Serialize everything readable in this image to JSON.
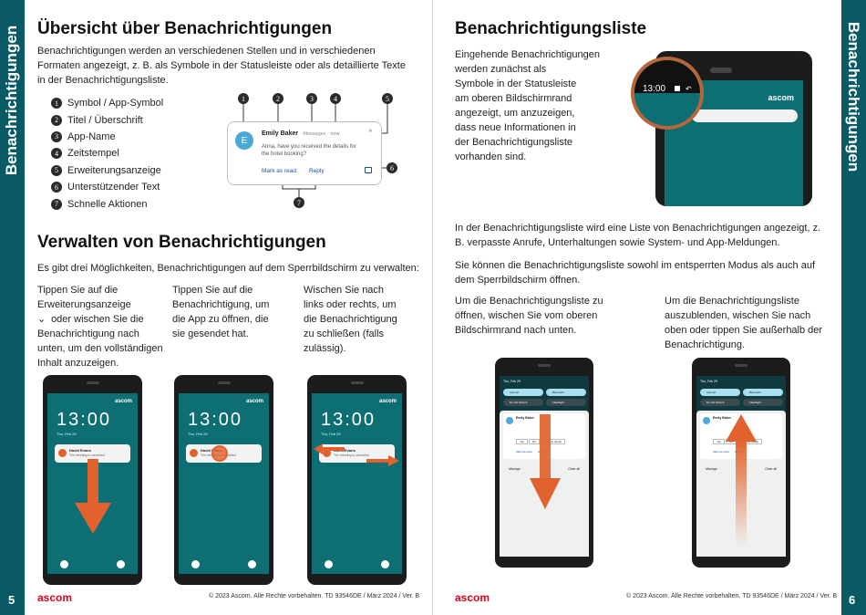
{
  "left_page": {
    "side_label": "Benachrichtigungen",
    "page_number": "5",
    "overview": {
      "title": "Übersicht über Benachrichtigungen",
      "intro": [
        "Benachrichtigungen werden an verschiedenen Stellen und in verschiedenen",
        "Formaten angezeigt, z. B. als Symbole in der Statusleiste oder als detaillierte Texte",
        "in der Benachrichtigungsliste."
      ],
      "legend": [
        {
          "num": "1",
          "label": "Symbol / App-Symbol"
        },
        {
          "num": "2",
          "label": "Titel / Überschrift"
        },
        {
          "num": "3",
          "label": "App-Name"
        },
        {
          "num": "4",
          "label": "Zeitstempel"
        },
        {
          "num": "5",
          "label": "Erweiterungsanzeige"
        },
        {
          "num": "6",
          "label": "Unterstützender Text"
        },
        {
          "num": "7",
          "label": "Schnelle Aktionen"
        }
      ],
      "diagram": {
        "sender": "Emily Baker",
        "meta": "· Messages · now",
        "avatar_letter": "E",
        "message_1": "Anna, have you received the details for",
        "message_2": "the hotel booking?",
        "action_1": "Mark as read",
        "action_2": "Reply"
      }
    },
    "manage": {
      "title": "Verwalten von Benachrichtigungen",
      "intro": "Es gibt drei Möglichkeiten, Benachrichtigungen auf dem Sperrbildschirm zu verwalten:",
      "col1": [
        "Tippen Sie auf die",
        "Erweiterungsanzeige",
        "oder wischen Sie die",
        "Benachrichtigung nach",
        "unten, um den vollständigen",
        "Inhalt anzuzeigen."
      ],
      "col2": [
        "Tippen Sie auf die",
        "Benachrichtigung, um",
        "die App zu öffnen, die",
        "sie gesendet hat."
      ],
      "col3": [
        "Wischen Sie nach",
        "links oder rechts, um",
        "die Benachrichtigung",
        "zu schließen (falls",
        "zulässig)."
      ],
      "phone_time": "13:00",
      "phone_date": "Thu, Feb 29",
      "phone_logo": "ascom",
      "phone_notif_sender": "David Evans",
      "phone_notif_text": "The meeting is cancelled"
    },
    "footer": {
      "logo": "ascom",
      "copyright": "© 2023 Ascom. Alle Rechte vorbehalten. TD 93546DE / März 2024 / Ver. B"
    }
  },
  "right_page": {
    "side_label": "Benachrichtigungen",
    "page_number": "6",
    "title": "Benachrichtigungsliste",
    "intro": [
      "Eingehende Benachrichtigungen",
      "werden zunächst als",
      "Symbole in der Statusleiste",
      "am oberen Bildschirmrand",
      "angezeigt, um anzuzeigen,",
      "dass neue Informationen in",
      "der Benachrichtigungsliste",
      "vorhanden sind."
    ],
    "zoom_time": "13:00",
    "phone_logo": "ascom",
    "para1": [
      "In der Benachrichtigungsliste wird eine Liste von Benachrichtigungen angezeigt, z.",
      "B. verpasste Anrufe, Unterhaltungen sowie System- und App-Meldungen."
    ],
    "para2": [
      "Sie können die Benachrichtigungsliste sowohl im entsperrten Modus als auch auf",
      "dem Sperrbildschirm öffnen."
    ],
    "col1": [
      "Um die Benachrichtigungsliste zu",
      "öffnen, wischen Sie vom oberen",
      "Bildschirmrand nach unten."
    ],
    "col2": [
      "Um die Benachrichtigungsliste",
      "auszublenden, wischen Sie nach",
      "oben oder tippen Sie außerhalb der",
      "Benachrichtigung."
    ],
    "shade": {
      "date": "Thu, Feb 29",
      "tiles": [
        "Internet",
        "Bluetooth",
        "Do Not Disturb",
        "Flashlight"
      ],
      "sender": "Emily Baker",
      "replies": [
        "Yes",
        "No",
        "Let me check"
      ],
      "actions": [
        "Mark as read",
        "Reply"
      ],
      "bottom": [
        "Manage",
        "Clear all"
      ]
    },
    "footer": {
      "logo": "ascom",
      "copyright": "© 2023 Ascom. Alle Rechte vorbehalten. TD 93546DE / März 2024 / Ver. B"
    }
  },
  "colors": {
    "teal": "#0a5a66",
    "arrow": "#e2622d",
    "ascom_red": "#e2001a",
    "screen": "#0d6f73"
  }
}
